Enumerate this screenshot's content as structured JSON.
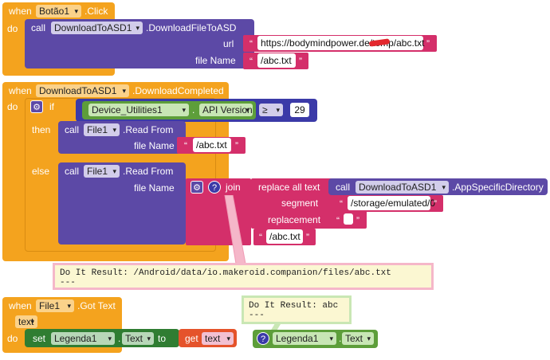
{
  "block1": {
    "when": "when",
    "component": "Botão1",
    "event": ".Click",
    "do": "do",
    "call": "call",
    "call_component": "DownloadToASD1",
    "method": ".DownloadFileToASD",
    "url_label": "url",
    "url_value": "https://bodymindpower.de/temp/abc.txt",
    "file_label": "file Name",
    "file_value": "/abc.txt"
  },
  "block2": {
    "when": "when",
    "component": "DownloadToASD1",
    "event": ".DownloadCompleted",
    "do": "do",
    "if": "if",
    "util_component": "Device_Utilities1",
    "api": "API Version",
    "op": "≥",
    "api_value": "29",
    "then": "then",
    "call": "call",
    "file_comp": "File1",
    "read": ".Read From",
    "file_label": "file Name",
    "file_value": "/abc.txt",
    "else": "else",
    "else_call": "call",
    "else_file_comp": "File1",
    "else_read": ".Read From",
    "else_file_label": "file Name",
    "join": "join",
    "replace": "replace all text",
    "replace_call": "call",
    "replace_comp": "DownloadToASD1",
    "replace_prop": ".AppSpecificDirectory",
    "segment": "segment",
    "segment_value": "/storage/emulated/0",
    "replacement": "replacement",
    "replacement_value": "",
    "tail_value": "/abc.txt"
  },
  "bubble1": {
    "line1": "Do It Result: /Android/data/io.makeroid.companion/files/abc.txt",
    "line2": "---"
  },
  "block3": {
    "when": "when",
    "component": "File1",
    "event": ".Got Text",
    "param": "text",
    "do": "do",
    "set": "set",
    "set_comp": "Legenda1",
    "set_prop": "Text",
    "to": "to",
    "get": "get",
    "get_var": "text"
  },
  "bubble2": {
    "line1": "Do It Result: abc",
    "line2": "---"
  },
  "block4": {
    "comp": "Legenda1",
    "prop": "Text"
  },
  "colors": {
    "event": "#f4a31e",
    "procedure": "#5c49a6",
    "text": "#d42f6a",
    "component": "#5d9e3a"
  },
  "icons": [
    "gear-icon",
    "question-icon"
  ]
}
